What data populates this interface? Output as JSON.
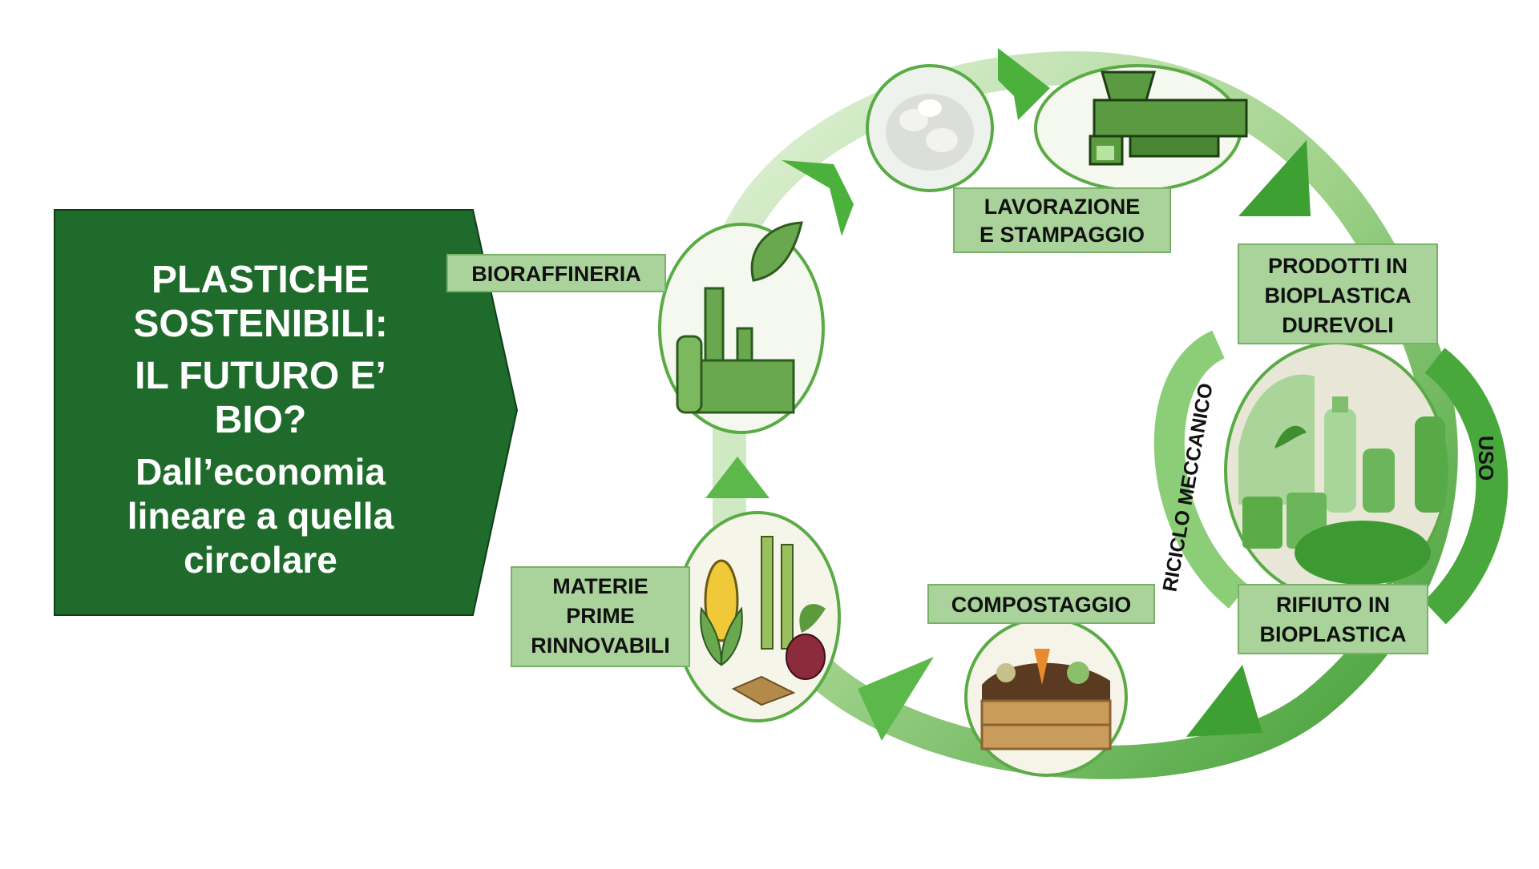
{
  "title_box": {
    "lines": [
      "PLASTICHE",
      "SOSTENIBILI:",
      "IL FUTURO E’",
      "BIO?"
    ],
    "subtitle_lines": [
      "Dall’economia",
      "lineare a quella",
      "circolare"
    ]
  },
  "stages": {
    "bioraffineria": [
      "BIORAFFINERIA"
    ],
    "lavorazione": [
      "LAVORAZIONE",
      "E STAMPAGGIO"
    ],
    "prodotti": [
      "PRODOTTI IN",
      "BIOPLASTICA",
      "DUREVOLI"
    ],
    "rifiuto": [
      "RIFIUTO IN",
      "BIOPLASTICA"
    ],
    "compostaggio": [
      "COMPOSTAGGIO"
    ],
    "materie": [
      "MATERIE",
      "PRIME",
      "RINNOVABILI"
    ]
  },
  "arc_labels": {
    "riciclo": "RICICLO MECCANICO",
    "uso": "USO"
  },
  "colors": {
    "title_bg": "#1e6b2b",
    "label_bg": "#a9d39b",
    "ring_light": "#d9efcf",
    "ring_mid": "#7dc16a",
    "ring_dark": "#3b9a2f",
    "circle_fill": "#eef6e6"
  }
}
